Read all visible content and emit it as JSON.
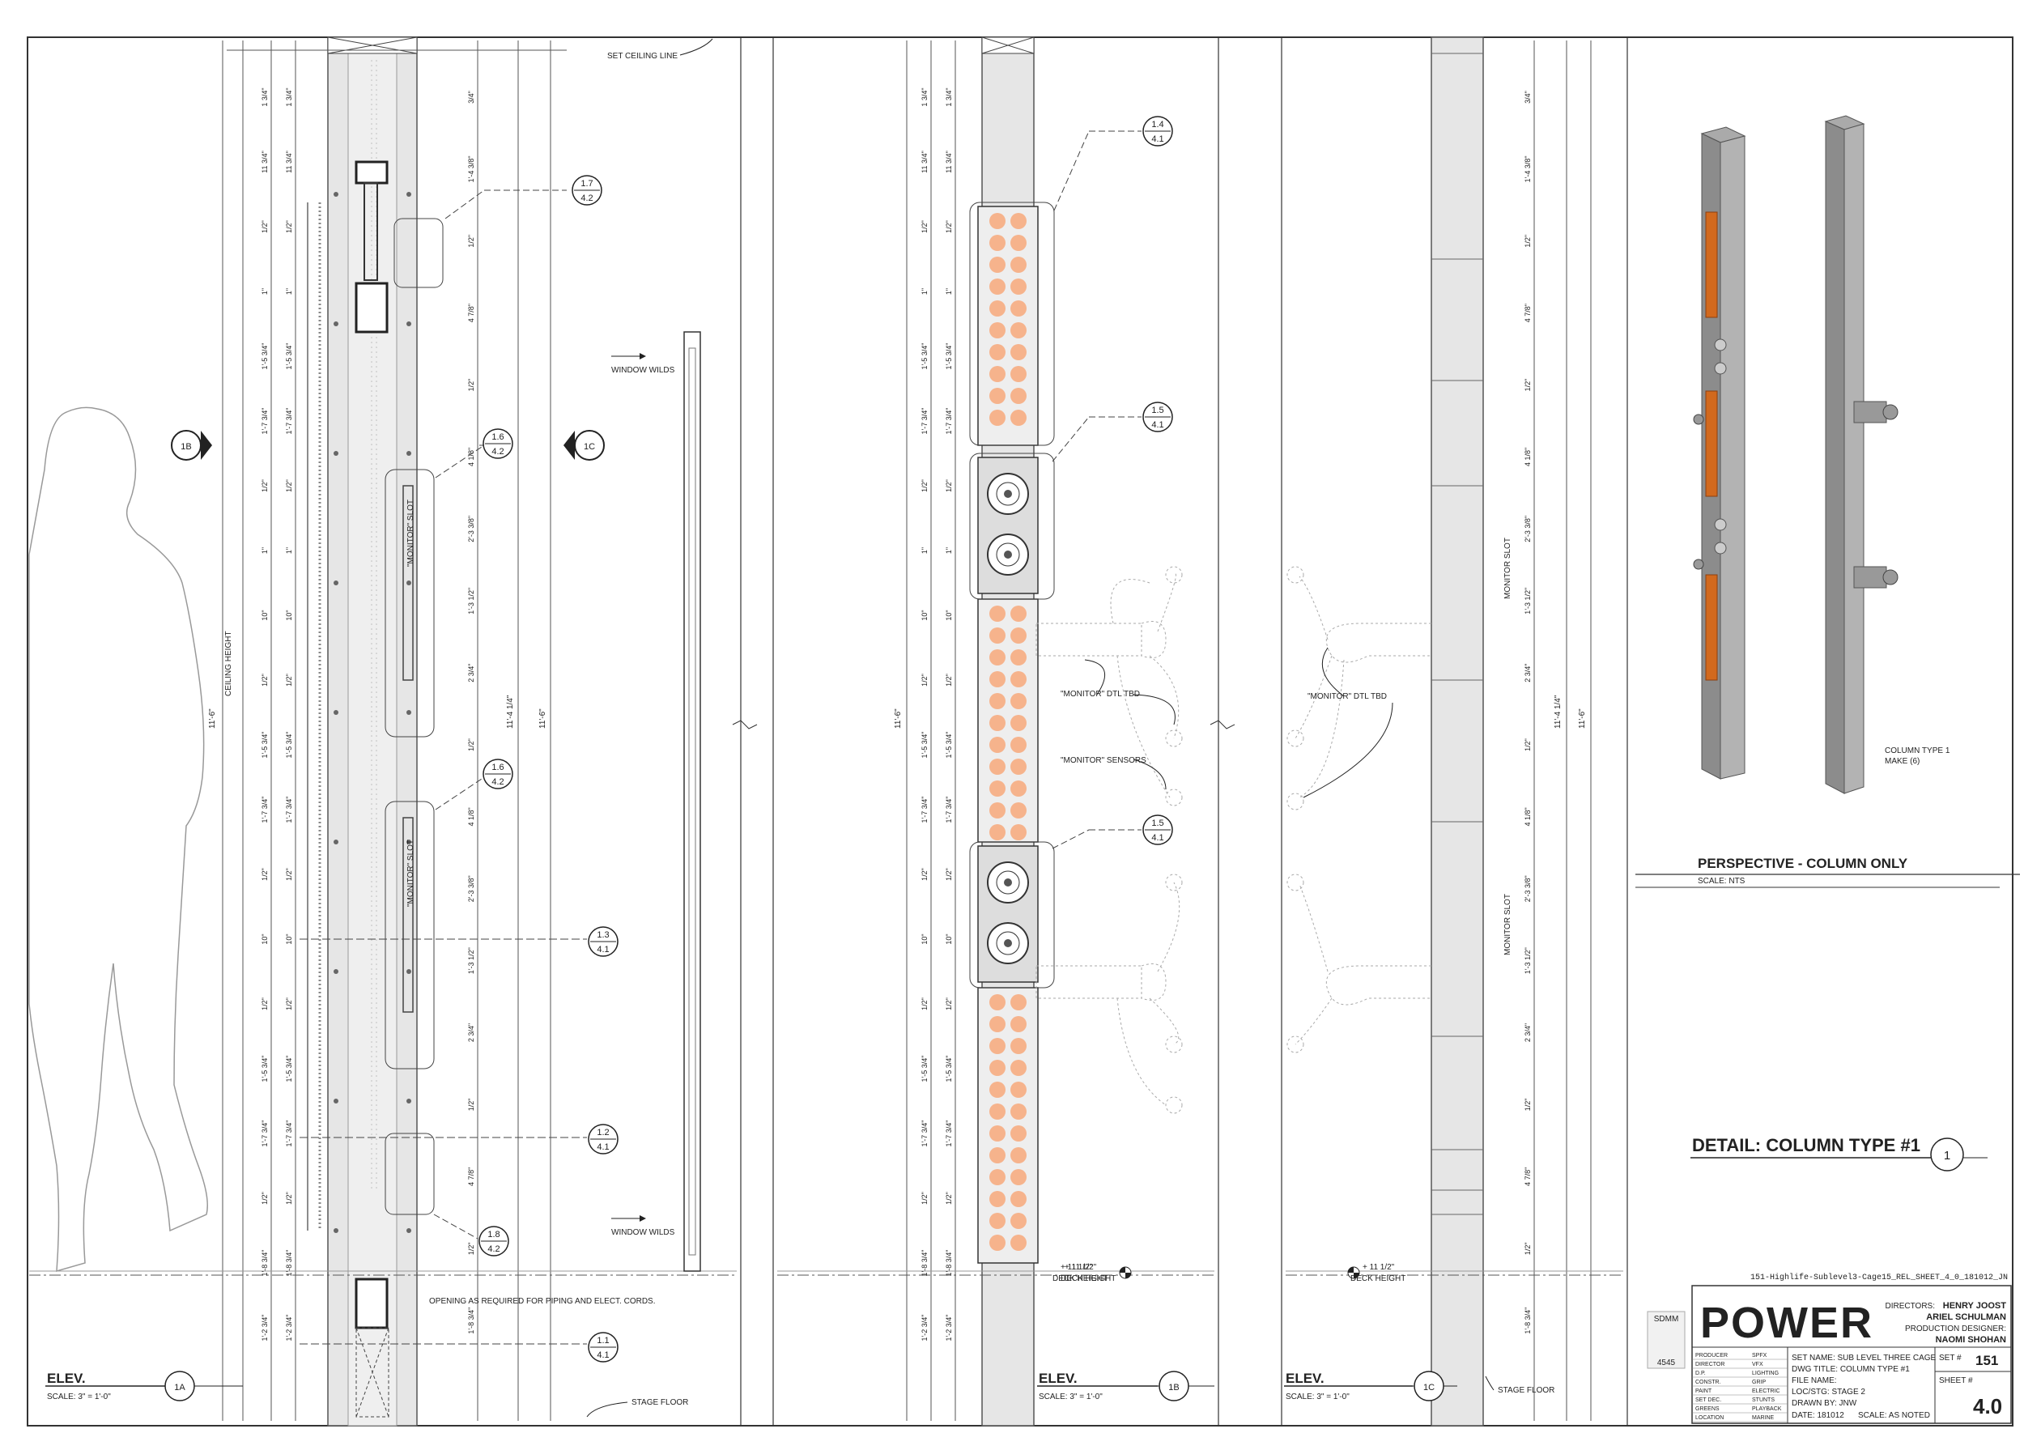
{
  "sheet": {
    "filename": "151-Highlife-Sublevel3-Cage15_REL_SHEET_4_0_181012_JN",
    "set_ceiling_line": "SET CEILING LINE",
    "ceiling_height": "CEILING HEIGHT",
    "stage_floor": "STAGE FLOOR",
    "deck_height": "DECK HEIGHT",
    "deck_dim": "+ 11 1/2\"",
    "overall_dim": "11'-6\"",
    "inner_dim": "11'-4 1/4\"",
    "window_wilds": "WINDOW WILDS",
    "opening_note": "OPENING AS REQUIRED FOR PIPING AND ELECT. CORDS.",
    "monitor_slot": "\"MONITOR\" SLOT",
    "monitor_slot_plain": "MONITOR SLOT",
    "monitor_dtl": "\"MONITOR\" DTL TBD",
    "monitor_sensors": "\"MONITOR\" SENSORS"
  },
  "elevations": [
    {
      "label": "ELEV.",
      "scale": "SCALE: 3\" = 1'-0\"",
      "tag": "1A"
    },
    {
      "label": "ELEV.",
      "scale": "SCALE: 3\" = 1'-0\"",
      "tag": "1B"
    },
    {
      "label": "ELEV.",
      "scale": "SCALE: 3\" = 1'-0\"",
      "tag": "1C"
    }
  ],
  "section_markers": [
    "1B",
    "1C"
  ],
  "callouts": [
    {
      "top": "1.7",
      "bottom": "4.2"
    },
    {
      "top": "1.6",
      "bottom": "4.2"
    },
    {
      "top": "1.6",
      "bottom": "4.2"
    },
    {
      "top": "1.3",
      "bottom": "4.1"
    },
    {
      "top": "1.2",
      "bottom": "4.1"
    },
    {
      "top": "1.8",
      "bottom": "4.2"
    },
    {
      "top": "1.1",
      "bottom": "4.1"
    },
    {
      "top": "1.4",
      "bottom": "4.1"
    },
    {
      "top": "1.5",
      "bottom": "4.1"
    },
    {
      "top": "1.5",
      "bottom": "4.1"
    }
  ],
  "perspective": {
    "title": "PERSPECTIVE - COLUMN ONLY",
    "scale": "SCALE: NTS",
    "note_line1": "COLUMN TYPE 1",
    "note_line2": "MAKE (6)"
  },
  "detail": {
    "title": "DETAIL: COLUMN TYPE #1",
    "number": "1"
  },
  "title_block": {
    "logo": "POWER",
    "directors_label": "DIRECTORS:",
    "director1": "HENRY JOOST",
    "director2": "ARIEL SCHULMAN",
    "pd_label": "PRODUCTION DESIGNER:",
    "pd_name": "NAOMI SHOHAN",
    "union_top": "SDMM",
    "union_bottom": "4545",
    "departments": [
      "PRODUCER",
      "DIRECTOR",
      "D.P.",
      "CONSTR.",
      "PAINT",
      "SET DEC.",
      "GREENS",
      "LOCATION"
    ],
    "departments2": [
      "SPFX",
      "VFX",
      "LIGHTING",
      "GRIP",
      "ELECTRIC",
      "STUNTS",
      "PLAYBACK",
      "MARINE"
    ],
    "set_name": "SET NAME: SUB LEVEL THREE CAGE",
    "dwg_title": "DWG TITLE: COLUMN TYPE #1",
    "file_name": "FILE NAME:",
    "loc_stg": "LOC/STG: STAGE 2",
    "drawn_by": "DRAWN BY: JNW",
    "date": "DATE: 181012",
    "scale": "SCALE: AS NOTED",
    "set_label": "SET #",
    "set_num": "151",
    "sheet_label": "SHEET #",
    "sheet_num": "4.0"
  },
  "dims_left": [
    "1 3/4\"",
    "11 3/4\"",
    "1/2\"",
    "1\"",
    "1'-5 3/4\"",
    "1'-7 3/4\"",
    "1/2\"",
    "1\"",
    "10\"",
    "1/2\"",
    "1'-5 3/4\"",
    "1'-7 3/4\"",
    "1/2\"",
    "10\"",
    "1/2\"",
    "1'-5 3/4\"",
    "1'-7 3/4\"",
    "1/2\"",
    "1'-8 3/4\"",
    "1'-2 3/4\""
  ],
  "dims_right": [
    "3/4\"",
    "1'-4 3/8\"",
    "1/2\"",
    "4 7/8\"",
    "1/2\"",
    "4 1/8\"",
    "2'-3 3/8\"",
    "1'-3 1/2\"",
    "2 3/4\"",
    "1/2\"",
    "4 1/8\"",
    "2'-3 3/8\"",
    "1'-3 1/2\"",
    "2 3/4\"",
    "1/2\"",
    "4 7/8\"",
    "1/2\"",
    "1'-8 3/4\""
  ]
}
